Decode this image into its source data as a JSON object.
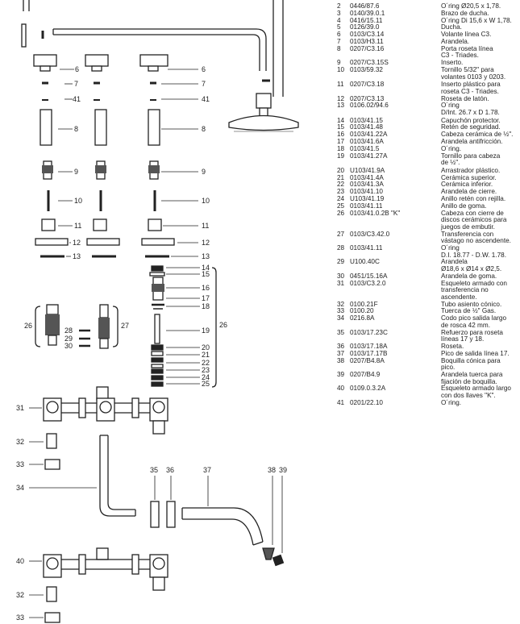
{
  "parts": [
    {
      "num": "2",
      "code": "0446/87.6",
      "desc": "O´ring Ø20,5 x 1,78."
    },
    {
      "num": "3",
      "code": "0140/39.0.1",
      "desc": "Brazo de ducha."
    },
    {
      "num": "4",
      "code": "0416/15.11",
      "desc": "O´ring Di 15,6 x W 1,78."
    },
    {
      "num": "5",
      "code": "0126/39.0",
      "desc": "Ducha."
    },
    {
      "num": "6",
      "code": "0103/C3.14",
      "desc": "Volante línea C3."
    },
    {
      "num": "7",
      "code": "0103/H3.11",
      "desc": "Arandela."
    },
    {
      "num": "8",
      "code": "0207/C3.16",
      "desc": "Porta roseta línea\nC3 - Triades."
    },
    {
      "num": "9",
      "code": "0207/C3.15S",
      "desc": "Inserto."
    },
    {
      "num": "10",
      "code": "0103/59.32",
      "desc": "Tornillo 5/32\" para\nvolantes 0103 y 0203."
    },
    {
      "num": "11",
      "code": "0207/C3.18",
      "desc": "Inserto plástico para\nroseta C3 - Triades."
    },
    {
      "num": "12",
      "code": "0207/C3.13",
      "desc": "Roseta de latón."
    },
    {
      "num": "13",
      "code": "0106.02/94.6",
      "desc": "O´ring\nD/Int. 26.7 x D 1.78."
    },
    {
      "num": "14",
      "code": "0103/41.15",
      "desc": "Capuchón protector."
    },
    {
      "num": "15",
      "code": "0103/41.48",
      "desc": "Retén de seguridad."
    },
    {
      "num": "16",
      "code": "0103/41.22A",
      "desc": "Cabeza cerámica de ½\"."
    },
    {
      "num": "17",
      "code": "0103/41.6A",
      "desc": "Arandela antifricción."
    },
    {
      "num": "18",
      "code": "0103/41.5",
      "desc": "O´ring."
    },
    {
      "num": "19",
      "code": "0103/41.27A",
      "desc": "Tornillo para cabeza\nde ½\"."
    },
    {
      "num": "20",
      "code": "U103/41.9A",
      "desc": "Arrastrador plástico."
    },
    {
      "num": "21",
      "code": "0103/41.4A",
      "desc": "Cerámica superior."
    },
    {
      "num": "22",
      "code": "0103/41.3A",
      "desc": "Cerámica inferior."
    },
    {
      "num": "23",
      "code": "0103/41.10",
      "desc": "Arandela de cierre."
    },
    {
      "num": "24",
      "code": "U103/41.19",
      "desc": "Anillo retén con rejilla."
    },
    {
      "num": "25",
      "code": "0103/41.11",
      "desc": "Anillo de goma."
    },
    {
      "num": "26",
      "code": "0103/41.0.2B \"K\"",
      "desc": "Cabeza con cierre de\ndiscos cerámicos para\njuegos de embutir."
    },
    {
      "num": "27",
      "code": "0103/C3.42.0",
      "desc": "Transferencia con\nvástago no ascendente."
    },
    {
      "num": "28",
      "code": "0103/41.11",
      "desc": "O´ring\nD.I. 18.77 - D.W. 1.78."
    },
    {
      "num": "29",
      "code": "U100.40C",
      "desc": "Arandela\nØ18,6 x Ø14 x Ø2,5."
    },
    {
      "num": "30",
      "code": "0451/15.16A",
      "desc": "Arandela de goma."
    },
    {
      "num": "31",
      "code": "0103/C3.2.0",
      "desc": "Esqueleto armado con\ntransferencia no\nascendente."
    },
    {
      "num": "32",
      "code": "0100.21F",
      "desc": "Tubo asiento cónico."
    },
    {
      "num": "33",
      "code": "0100.20",
      "desc": "Tuerca de ½\" Gas."
    },
    {
      "num": "34",
      "code": "0216.8A",
      "desc": "Codo pico salida largo\nde rosca 42 mm."
    },
    {
      "num": "35",
      "code": "0103/17.23C",
      "desc": "Refuerzo para roseta\nlíneas 17 y 18."
    },
    {
      "num": "36",
      "code": "0103/17.18A",
      "desc": "Roseta."
    },
    {
      "num": "37",
      "code": "0103/17.17B",
      "desc": "Pico de salida línea 17."
    },
    {
      "num": "38",
      "code": "0207/B4.8A",
      "desc": "Boquilla cónica para\npico."
    },
    {
      "num": "39",
      "code": "0207/B4.9",
      "desc": "Arandela tuerca para\nfijación de boquilla."
    },
    {
      "num": "40",
      "code": "0109.0.3.2A",
      "desc": "Esqueleto armado largo\ncon dos llaves \"K\"."
    },
    {
      "num": "41",
      "code": "0201/22.10",
      "desc": "O´ring."
    }
  ],
  "callouts": {
    "c6a": "6",
    "c6b": "6",
    "c7a": "7",
    "c7b": "7",
    "c41a": "41",
    "c41b": "41",
    "c8a": "8",
    "c8b": "8",
    "c9a": "9",
    "c9b": "9",
    "c10a": "10",
    "c10b": "10",
    "c11a": "11",
    "c11b": "11",
    "c12a": "12",
    "c12b": "12",
    "c13a": "13",
    "c13b": "13",
    "c14": "14",
    "c15": "15",
    "c16": "16",
    "c17": "17",
    "c18": "18",
    "c19": "19",
    "c20": "20",
    "c21": "21",
    "c22": "22",
    "c23": "23",
    "c24": "24",
    "c25": "25",
    "c26r": "26",
    "c26l": "26",
    "c27": "27",
    "c28": "28",
    "c29": "29",
    "c30": "30",
    "c31": "31",
    "c32a": "32",
    "c33a": "33",
    "c34": "34",
    "c35": "35",
    "c36": "36",
    "c37": "37",
    "c38": "38",
    "c39": "39",
    "c40": "40",
    "c32b": "32",
    "c33b": "33"
  }
}
